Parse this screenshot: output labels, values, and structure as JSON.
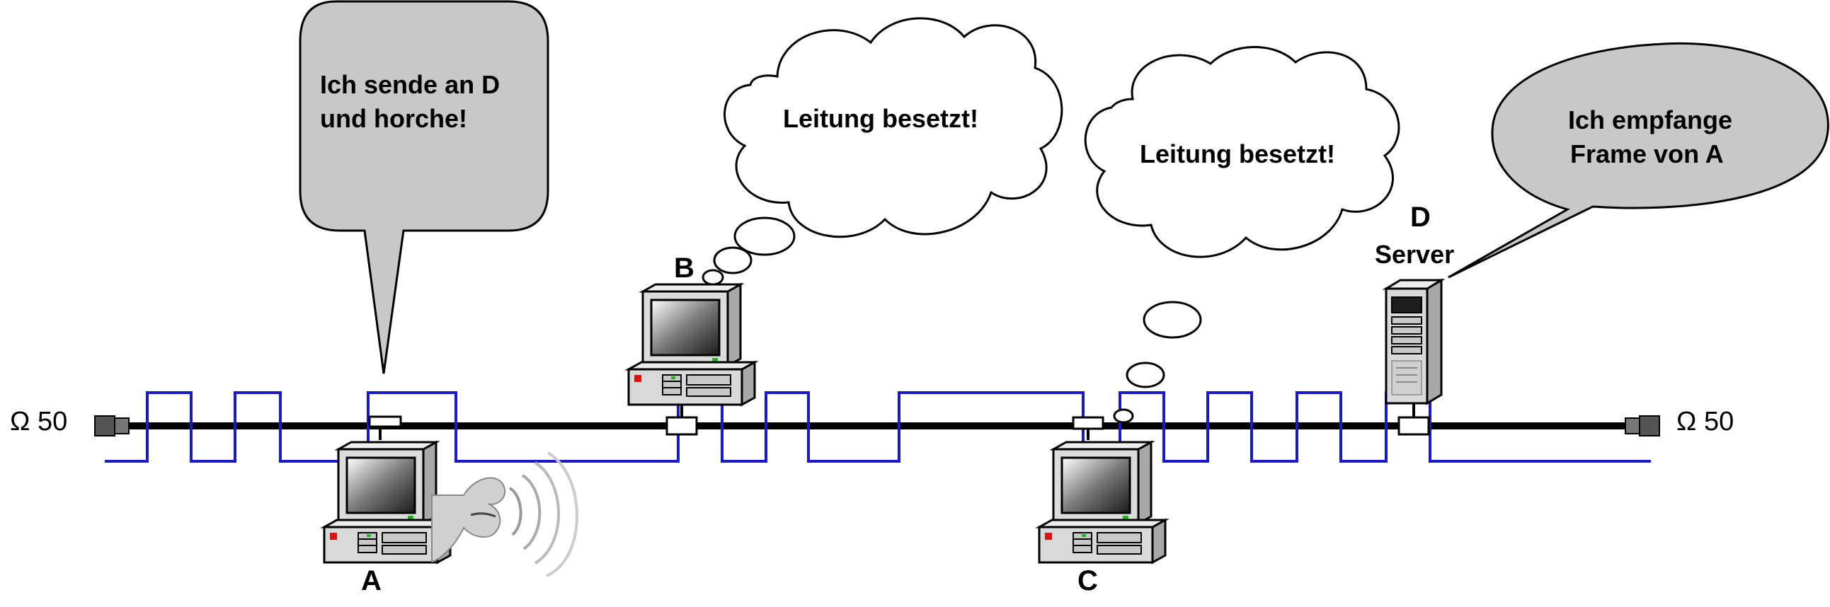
{
  "terminators": {
    "left_label": "Ω 50",
    "right_label": "Ω 50"
  },
  "nodes": {
    "a": {
      "label": "A"
    },
    "b": {
      "label": "B"
    },
    "c": {
      "label": "C"
    },
    "d": {
      "label": "D",
      "sublabel": "Server"
    }
  },
  "bubbles": {
    "a_speech": {
      "line1": "Ich sende an D",
      "line2": "und horche!"
    },
    "b_thought": {
      "text": "Leitung besetzt!"
    },
    "c_thought": {
      "text": "Leitung besetzt!"
    },
    "d_speech": {
      "line1": "Ich empfange",
      "line2": "Frame von A"
    }
  },
  "icons": {
    "computer": "desktop-computer-icon",
    "server": "tower-server-icon",
    "ear": "ear-icon",
    "mouth": "speaking-mouth-icon"
  },
  "colors": {
    "signal": "#1a1acc",
    "bus": "#000000",
    "bubble_fill": "#c8c8c8",
    "computer_body": "#d9d9d9"
  }
}
